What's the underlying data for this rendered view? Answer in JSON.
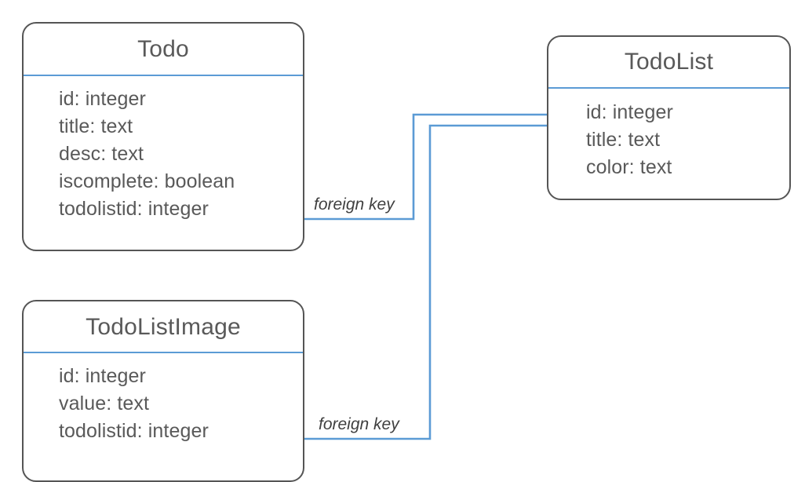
{
  "diagram": {
    "type": "entity-relationship-diagram",
    "background_color": "#ffffff",
    "border_color": "#555555",
    "accent_color": "#5b9bd5",
    "text_color": "#595959",
    "entities": [
      {
        "id": "todo",
        "name": "Todo",
        "fields": [
          "id: integer",
          "title: text",
          "desc: text",
          "iscomplete: boolean",
          "todolistid: integer"
        ]
      },
      {
        "id": "todolist",
        "name": "TodoList",
        "fields": [
          "id: integer",
          "title: text",
          "color: text"
        ]
      },
      {
        "id": "todolistimage",
        "name": "TodoListImage",
        "fields": [
          "id: integer",
          "value: text",
          "todolistid: integer"
        ]
      }
    ],
    "relationships": [
      {
        "id": "todo-to-todolist",
        "from": "Todo.todolistid",
        "to": "TodoList.id",
        "label": "foreign key"
      },
      {
        "id": "todolistimage-to-todolist",
        "from": "TodoListImage.todolistid",
        "to": "TodoList.id",
        "label": "foreign key"
      }
    ]
  }
}
